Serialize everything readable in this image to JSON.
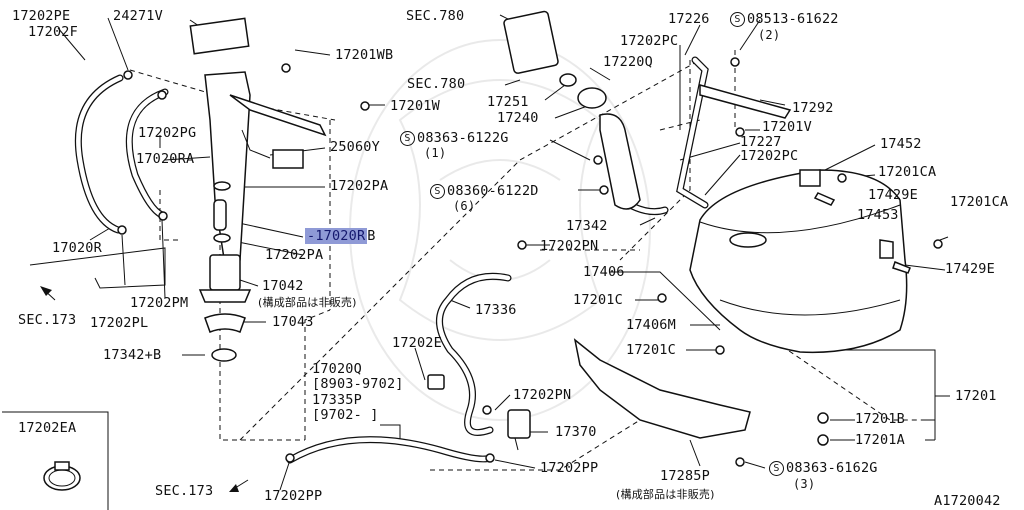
{
  "diagram": {
    "doc_id": "A1720042",
    "labels": {
      "p17202PE": "17202PE",
      "p17202F": "17202F",
      "p24271V": "24271V",
      "sec780a": "SEC.780",
      "sec780b": "SEC.780",
      "p17226": "17226",
      "screw08513": "08513-61622",
      "screw08513_qty": "(2)",
      "p17202PC_top": "17202PC",
      "p17201WB": "17201WB",
      "p17220Q": "17220Q",
      "p17251": "17251",
      "p17240": "17240",
      "p17292": "17292",
      "p17201W": "17201W",
      "p17201V": "17201V",
      "p17202PG": "17202PG",
      "screw08363_122": "08363-6122G",
      "screw08363_122_qty": "(1)",
      "p17227": "17227",
      "p17452": "17452",
      "p25060Y": "25060Y",
      "p17202PC_mid": "17202PC",
      "p17020RA": "17020RA",
      "p17201CA_top": "17201CA",
      "screw08360": "08360-6122D",
      "screw08360_qty": "(6)",
      "p17429E_top": "17429E",
      "p17202PA_top": "17202PA",
      "p17201CA_right": "17201CA",
      "p17453": "17453",
      "p17342": "17342",
      "p17020R": "17020R",
      "p17020RB_hl": "-17020R",
      "p17020RB_tail": "B",
      "p17202PA_bot": "17202PA",
      "p17202PN_top": "17202PN",
      "p17429E_right": "17429E",
      "p17406": "17406",
      "p17042": "17042",
      "note_17042": "(構成部品は非販売)",
      "p17201C_a": "17201C",
      "sec173a": "SEC.173",
      "p17202PM": "17202PM",
      "p17202PL": "17202PL",
      "p17336": "17336",
      "p17043": "17043",
      "p17406M": "17406M",
      "p17342B": "17342+B",
      "p17202E": "17202E",
      "p17201C_b": "17201C",
      "p17020Q": "17020Q",
      "range1": "[8903-9702]",
      "p17201": "17201",
      "p17335P": "17335P",
      "p17202PN_bot": "17202PN",
      "range2": "[9702-     ]",
      "p17201B": "17201B",
      "p17202EA": "17202EA",
      "p17370": "17370",
      "p17201A": "17201A",
      "p17202PP_right": "17202PP",
      "screw08363_162": "08363-6162G",
      "screw08363_162_qty": "(3)",
      "p17285P": "17285P",
      "note_17285P": "(構成部品は非販売)",
      "sec173b": "SEC.173",
      "p17202PP_bot": "17202PP",
      "screw_symbol": "S"
    }
  }
}
